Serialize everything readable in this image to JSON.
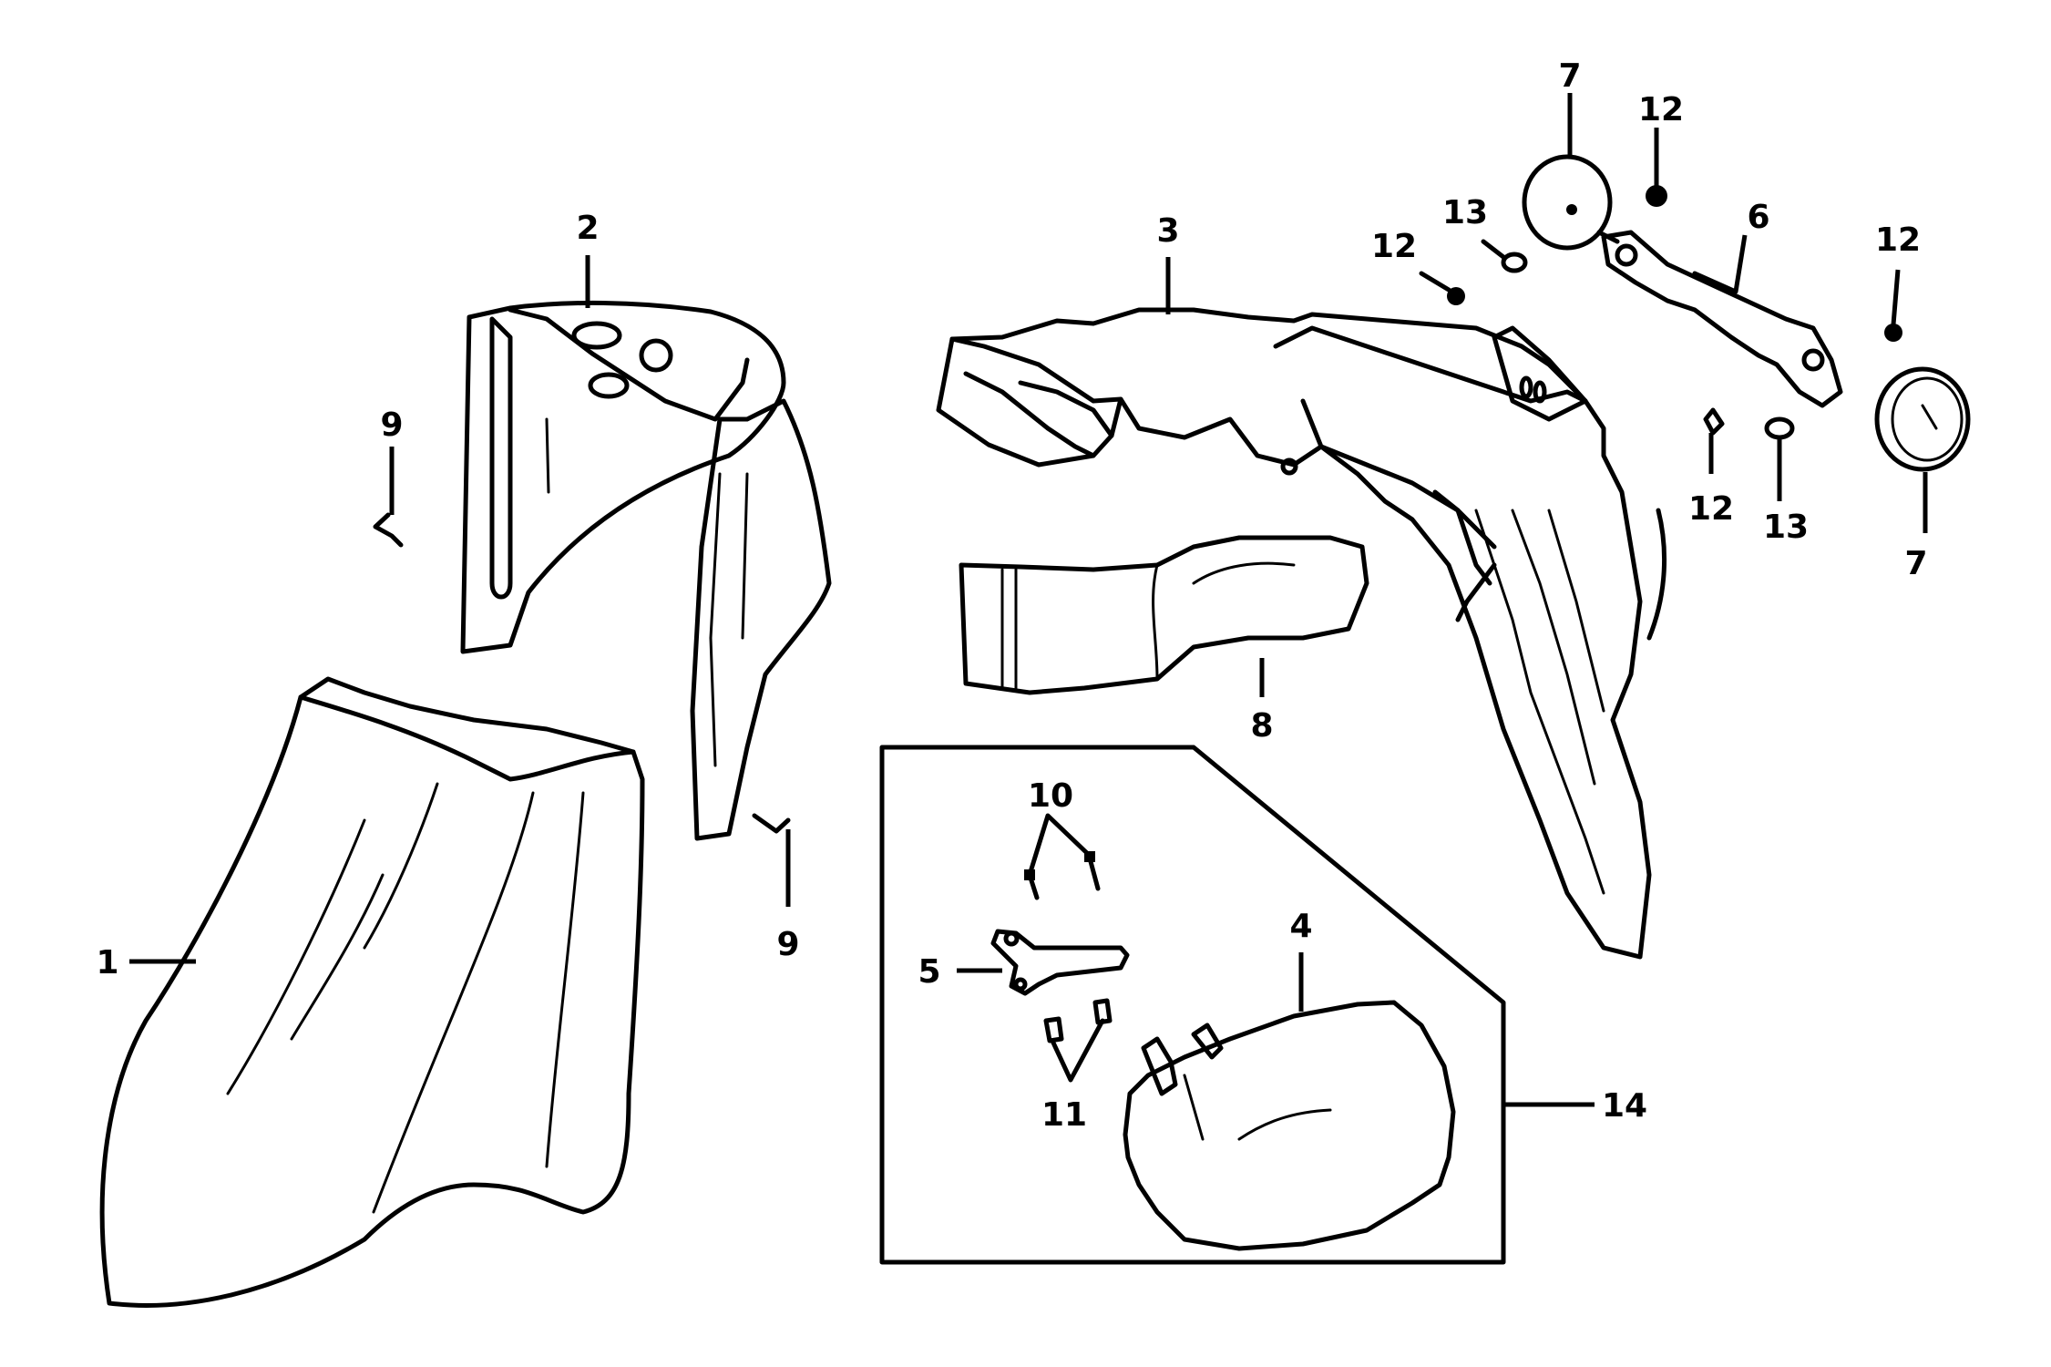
{
  "diagram": {
    "colors": {
      "ink": "#000000",
      "paper": "#ffffff"
    },
    "labels": {
      "l1": "1",
      "l2": "2",
      "l3": "3",
      "l4": "4",
      "l5": "5",
      "l6": "6",
      "l7a": "7",
      "l7b": "7",
      "l8": "8",
      "l9a": "9",
      "l9b": "9",
      "l10": "10",
      "l11": "11",
      "l12a": "12",
      "l12b": "12",
      "l12c": "12",
      "l12d": "12",
      "l13a": "13",
      "l13b": "13",
      "l14": "14"
    }
  }
}
